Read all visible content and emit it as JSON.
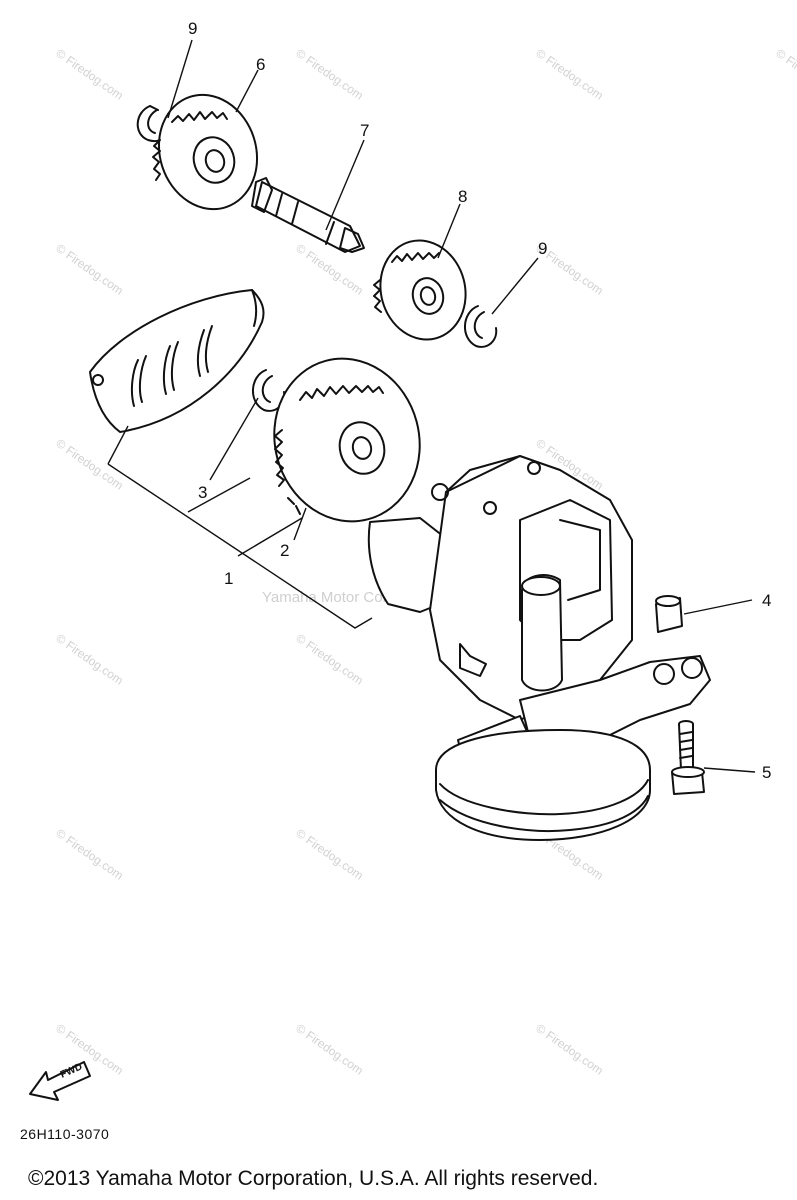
{
  "callouts": {
    "c1": "1",
    "c2": "2",
    "c3": "3",
    "c4": "4",
    "c5": "5",
    "c6": "6",
    "c7": "7",
    "c8": "8",
    "c9a": "9",
    "c9b": "9"
  },
  "watermarks": {
    "site": "© Firedog.com",
    "company": "Yamaha Motor Corporation, U.S.A."
  },
  "fwd_label": "FWD",
  "part_code": "26H110-3070",
  "copyright": "©2013 Yamaha Motor Corporation, U.S.A. All rights reserved.",
  "icons": {
    "forward-arrow": "fwd-arrow-icon"
  }
}
